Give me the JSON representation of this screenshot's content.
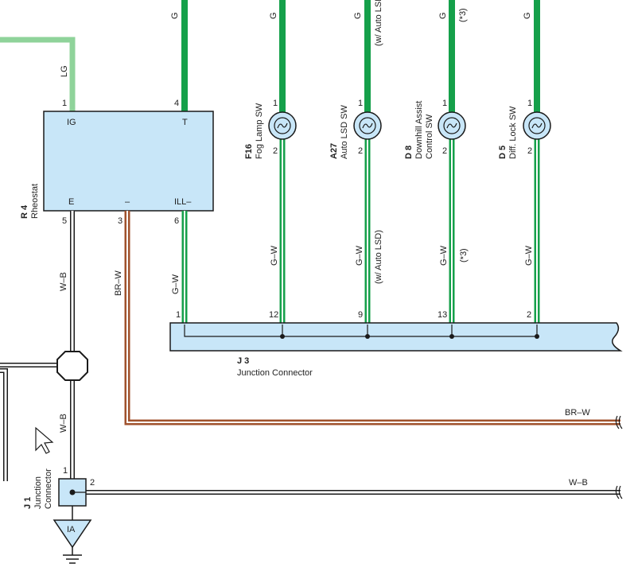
{
  "colors": {
    "green": "#15a04a",
    "light_green": "#8fd39a",
    "brown": "#a0522d",
    "box_fill": "#c8e6f8",
    "line": "#1a1a1a"
  },
  "wires": {
    "g1": "G",
    "g2": "G",
    "g3": "G",
    "g4": "G",
    "g5": "G",
    "auto_top": "(w/ Auto LSD)",
    "star_top": "(*3)",
    "lg": "LG",
    "gw1": "G–W",
    "gw2": "G–W",
    "gw3": "G–W",
    "gw4": "G–W",
    "gw5": "G–W",
    "auto_bottom": "(w/ Auto LSD)",
    "star_bottom": "(*3)",
    "wb1": "W–B",
    "wb2": "W–B",
    "wb3": "W–B",
    "brw1": "BR–W",
    "brw2": "BR–W"
  },
  "rheostat": {
    "code": "R 4",
    "name": "Rheostat",
    "pins": {
      "ig": "IG",
      "t": "T",
      "e": "E",
      "minus": "–",
      "ill": "ILL–"
    },
    "pin_numbers": {
      "ig": "1",
      "t": "4",
      "e": "5",
      "minus": "3",
      "ill": "6"
    }
  },
  "switches": [
    {
      "code": "F16",
      "name1": "Fog Lamp SW",
      "name2": "",
      "pin_top": "1",
      "pin_bottom": "2"
    },
    {
      "code": "A27",
      "name1": "Auto LSD SW",
      "name2": "",
      "pin_top": "1",
      "pin_bottom": "2"
    },
    {
      "code": "D 8",
      "name1": "Downhill Assist",
      "name2": "Control SW",
      "pin_top": "1",
      "pin_bottom": "2"
    },
    {
      "code": "D 5",
      "name1": "Diff.  Lock SW",
      "name2": "",
      "pin_top": "1",
      "pin_bottom": "2"
    }
  ],
  "junction_j3": {
    "code": "J 3",
    "name": "Junction Connector",
    "pins": [
      "1",
      "12",
      "9",
      "13",
      "2"
    ]
  },
  "junction_j1": {
    "code": "J 1",
    "name1": "Junction",
    "name2": "Connector",
    "pin_in": "1",
    "pin_out": "2"
  },
  "ground": {
    "label": "IA"
  }
}
